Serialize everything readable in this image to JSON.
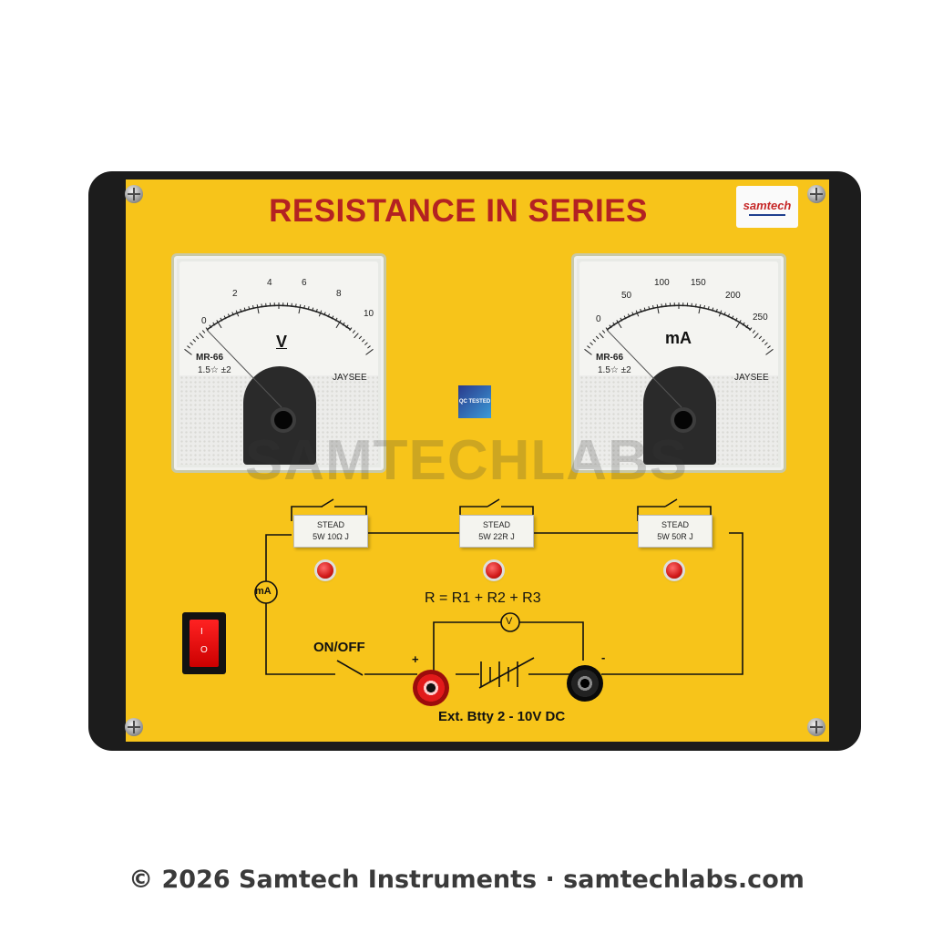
{
  "board": {
    "title": "RESISTANCE IN SERIES",
    "logo_text": "samtech",
    "watermark": "SAMTECHLABS",
    "qc_badge": "QC TESTED"
  },
  "voltmeter": {
    "ticks": [
      "0",
      "2",
      "4",
      "6",
      "8",
      "10"
    ],
    "unit": "V",
    "model": "MR-66",
    "class": "1.5☆ ±2",
    "brand": "JAYSEE"
  },
  "milliammeter": {
    "ticks": [
      "0",
      "50",
      "100",
      "150",
      "200",
      "250"
    ],
    "unit": "mA",
    "model": "MR-66",
    "class": "1.5☆ ±2",
    "brand": "JAYSEE"
  },
  "resistors": [
    {
      "brand": "STEAD",
      "rating": "5W 10Ω J"
    },
    {
      "brand": "STEAD",
      "rating": "5W 22R J"
    },
    {
      "brand": "STEAD",
      "rating": "5W 50R J"
    }
  ],
  "circuit": {
    "formula": "R = R1 + R2 + R3",
    "ammeter_symbol": "mA",
    "voltmeter_symbol": "V",
    "switch_label": "ON/OFF",
    "plus": "+",
    "minus": "-",
    "battery_label": "Ext. Btty 2 - 10V DC"
  },
  "power_switch": {
    "on": "I",
    "off": "O"
  },
  "footer": "© 2026 Samtech Instruments · samtechlabs.com",
  "colors": {
    "panel": "#f7c41a",
    "frame": "#1c1c1c",
    "title": "#b32222"
  }
}
